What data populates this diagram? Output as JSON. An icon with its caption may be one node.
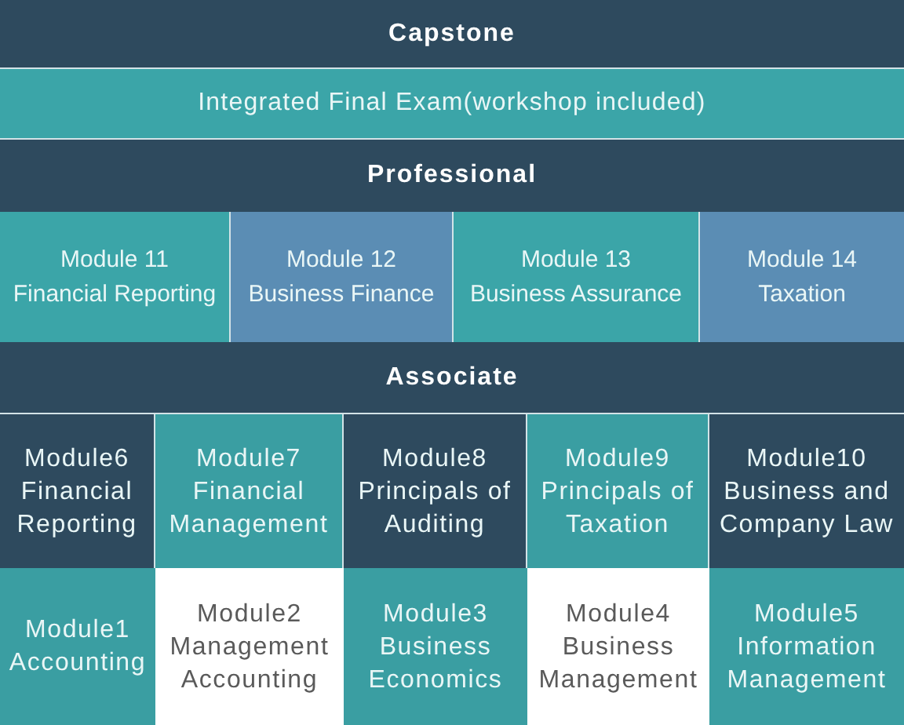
{
  "diagram": {
    "nodes": [
      {
        "text": [
          "Capstone"
        ]
      },
      {
        "text": [
          "Integrated Final Exam(workshop included)"
        ]
      },
      {
        "text": [
          "Professional"
        ]
      },
      {
        "text": [
          "Module 11",
          "Financial Reporting"
        ]
      },
      {
        "text": [
          "Module 12",
          "Business Finance"
        ]
      },
      {
        "text": [
          "Module 13",
          "Business Assurance"
        ]
      },
      {
        "text": [
          "Module 14",
          "Taxation"
        ]
      },
      {
        "text": [
          "Associate"
        ]
      },
      {
        "text": [
          "Module6",
          "Financial Reporting"
        ]
      },
      {
        "text": [
          "Module7",
          "Financial Management"
        ]
      },
      {
        "text": [
          "Module8",
          "Principals of Auditing"
        ]
      },
      {
        "text": [
          "Module9",
          "Principals of Taxation"
        ]
      },
      {
        "text": [
          "Module10",
          "Business and Company Law"
        ]
      },
      {
        "text": [
          "Module1",
          "Accounting"
        ]
      },
      {
        "text": [
          "Module2",
          "Management Accounting"
        ]
      },
      {
        "text": [
          "Module3",
          "Business Economics"
        ]
      },
      {
        "text": [
          "Module4",
          "Business Management"
        ]
      },
      {
        "text": [
          "Module5",
          "Information Management"
        ]
      }
    ]
  }
}
